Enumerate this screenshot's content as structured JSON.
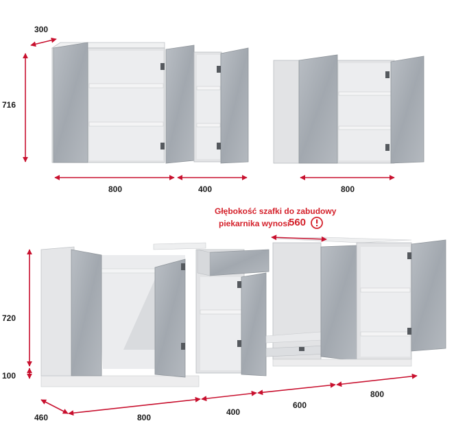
{
  "colors": {
    "arrow": "#c8102e",
    "note": "#d4202a",
    "carcass": "#e3e4e6",
    "carcass_shade": "#cfd1d4",
    "interior": "#e9eaec",
    "front": "#a7adb4",
    "front_light": "#c3c8cd",
    "shelf": "#f1f2f3",
    "hinge": "#55595e"
  },
  "dimensions": {
    "wall_depth": "300",
    "wall_height": "716",
    "wall_width_1": "800",
    "wall_width_2": "400",
    "wall_width_3": "800",
    "base_height": "720",
    "plinth_height": "100",
    "base_depth": "460",
    "base_width_1": "800",
    "base_width_2": "400",
    "base_width_3": "600",
    "base_width_4": "800"
  },
  "note": {
    "line1": "Głębokość szafki do zabudowy",
    "line2": "piekarnika wynosi",
    "value": "560",
    "icon": "exclamation-circle-icon"
  }
}
